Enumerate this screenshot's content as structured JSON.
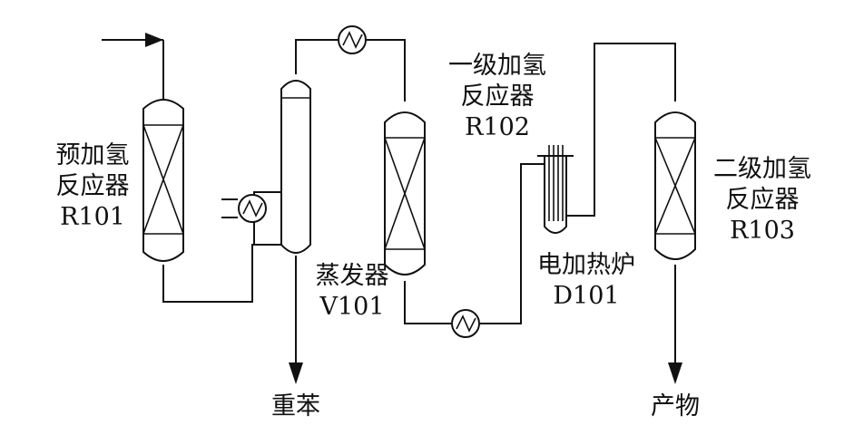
{
  "diagram": {
    "r101": {
      "line1": "预加氢",
      "line2": "反应器",
      "code": "R101"
    },
    "v101": {
      "name": "蒸发器",
      "code": "V101"
    },
    "r102": {
      "line1": "一级加氢",
      "line2": "反应器",
      "code": "R102"
    },
    "d101": {
      "name": "电加热炉",
      "code": "D101"
    },
    "r103": {
      "line1": "二级加氢",
      "line2": "反应器",
      "code": "R103"
    },
    "outlets": {
      "heavy_benzene": "重苯",
      "product": "产物"
    }
  }
}
